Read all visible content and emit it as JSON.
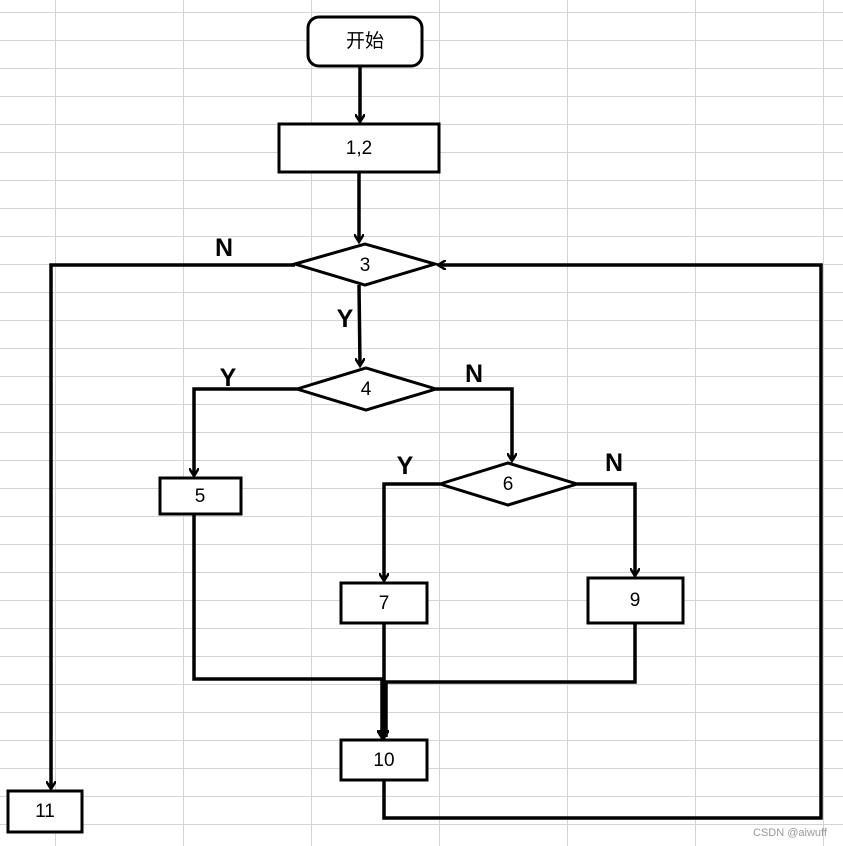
{
  "nodes": {
    "start": "开始",
    "n12": "1,2",
    "n3": "3",
    "n4": "4",
    "n5": "5",
    "n6": "6",
    "n7": "7",
    "n9": "9",
    "n10": "10",
    "n11": "11"
  },
  "edge_labels": {
    "n3_no": "N",
    "n3_yes": "Y",
    "n4_yes": "Y",
    "n4_no": "N",
    "n6_yes": "Y",
    "n6_no": "N"
  },
  "watermark": "CSDN @aiwuff"
}
